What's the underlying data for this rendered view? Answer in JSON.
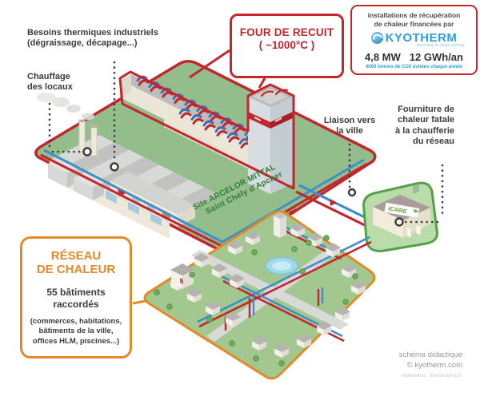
{
  "colors": {
    "accent_red": "#c1272d",
    "accent_orange": "#e08a28",
    "kyotherm_blue": "#2f9fd4",
    "pipe_blue": "#3f8fc9",
    "factory_green": "#94bd8c",
    "city_green": "#a2c78f",
    "text_dark": "#3b3b3b"
  },
  "callouts": {
    "besoins": "Besoins thermiques industriels\n(dégraissage, décapage...)",
    "chauffage": "Chauffage\ndes locaux",
    "liaison": "Liaison vers\nla ville",
    "fourniture": "Fourniture de\nchaleur fatale\nà la chaufferie\ndu réseau"
  },
  "four_box": {
    "title": "FOUR DE RECUIT",
    "subtitle": "( ~1000°C )"
  },
  "kyotherm_box": {
    "intro": "installations de récupération\nde chaleur financées par",
    "brand": "KYOTHERM",
    "tagline": "investing in clean energy",
    "stat_power": "4,8 MW",
    "stat_energy": "12 GWh/an",
    "co2_note": "4000 tonnes de CO2 évitées chaque année"
  },
  "reseau_box": {
    "title": "RÉSEAU\nDE CHALEUR",
    "connected": "55 bâtiments\nraccordés",
    "details": "(commerces, habitations,\nbâtiments de la ville,\noffices HLM, piscines...)"
  },
  "site_label": {
    "line1": "Site ARCELOR MITTAL",
    "line2": "Saint Chély d'Apcher"
  },
  "chaufferie_sign": "ICARE",
  "credits": {
    "line1": "schéma didactique\n© kyotherm.com",
    "line2": "réalisation : franckraynal.fr"
  }
}
